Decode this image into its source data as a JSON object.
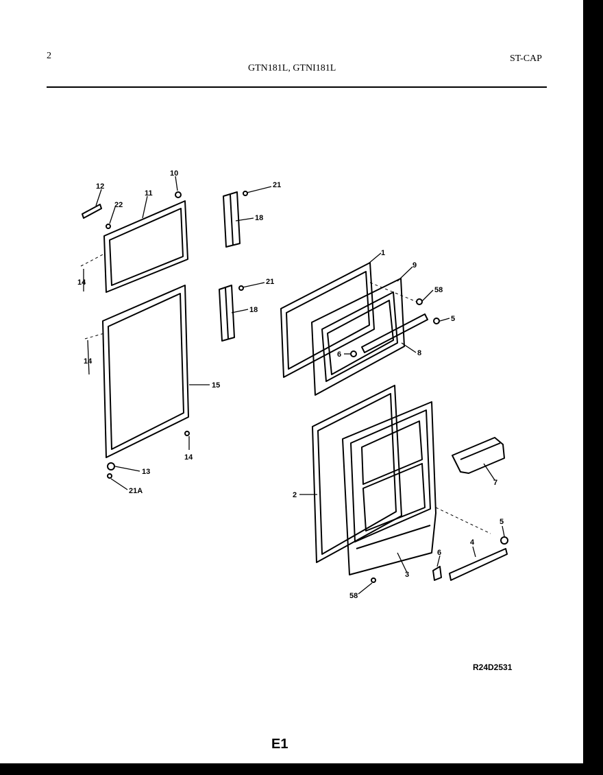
{
  "header": {
    "page_number": "2",
    "model_numbers": "GTN181L, GTNI181L",
    "code": "ST-CAP"
  },
  "footer": {
    "diagram_id": "R24D2531",
    "section": "E1"
  },
  "callouts": {
    "c1": "1",
    "c2": "2",
    "c3": "3",
    "c4": "4",
    "c5a": "5",
    "c5b": "5",
    "c6a": "6",
    "c6b": "6",
    "c7": "7",
    "c8": "8",
    "c9": "9",
    "c10": "10",
    "c11": "11",
    "c12": "12",
    "c13": "13",
    "c14a": "14",
    "c14b": "14",
    "c14c": "14",
    "c15": "15",
    "c18a": "18",
    "c18b": "18",
    "c21a": "21",
    "c21b": "21",
    "c21A": "21A",
    "c22": "22",
    "c58a": "58",
    "c58b": "58"
  }
}
